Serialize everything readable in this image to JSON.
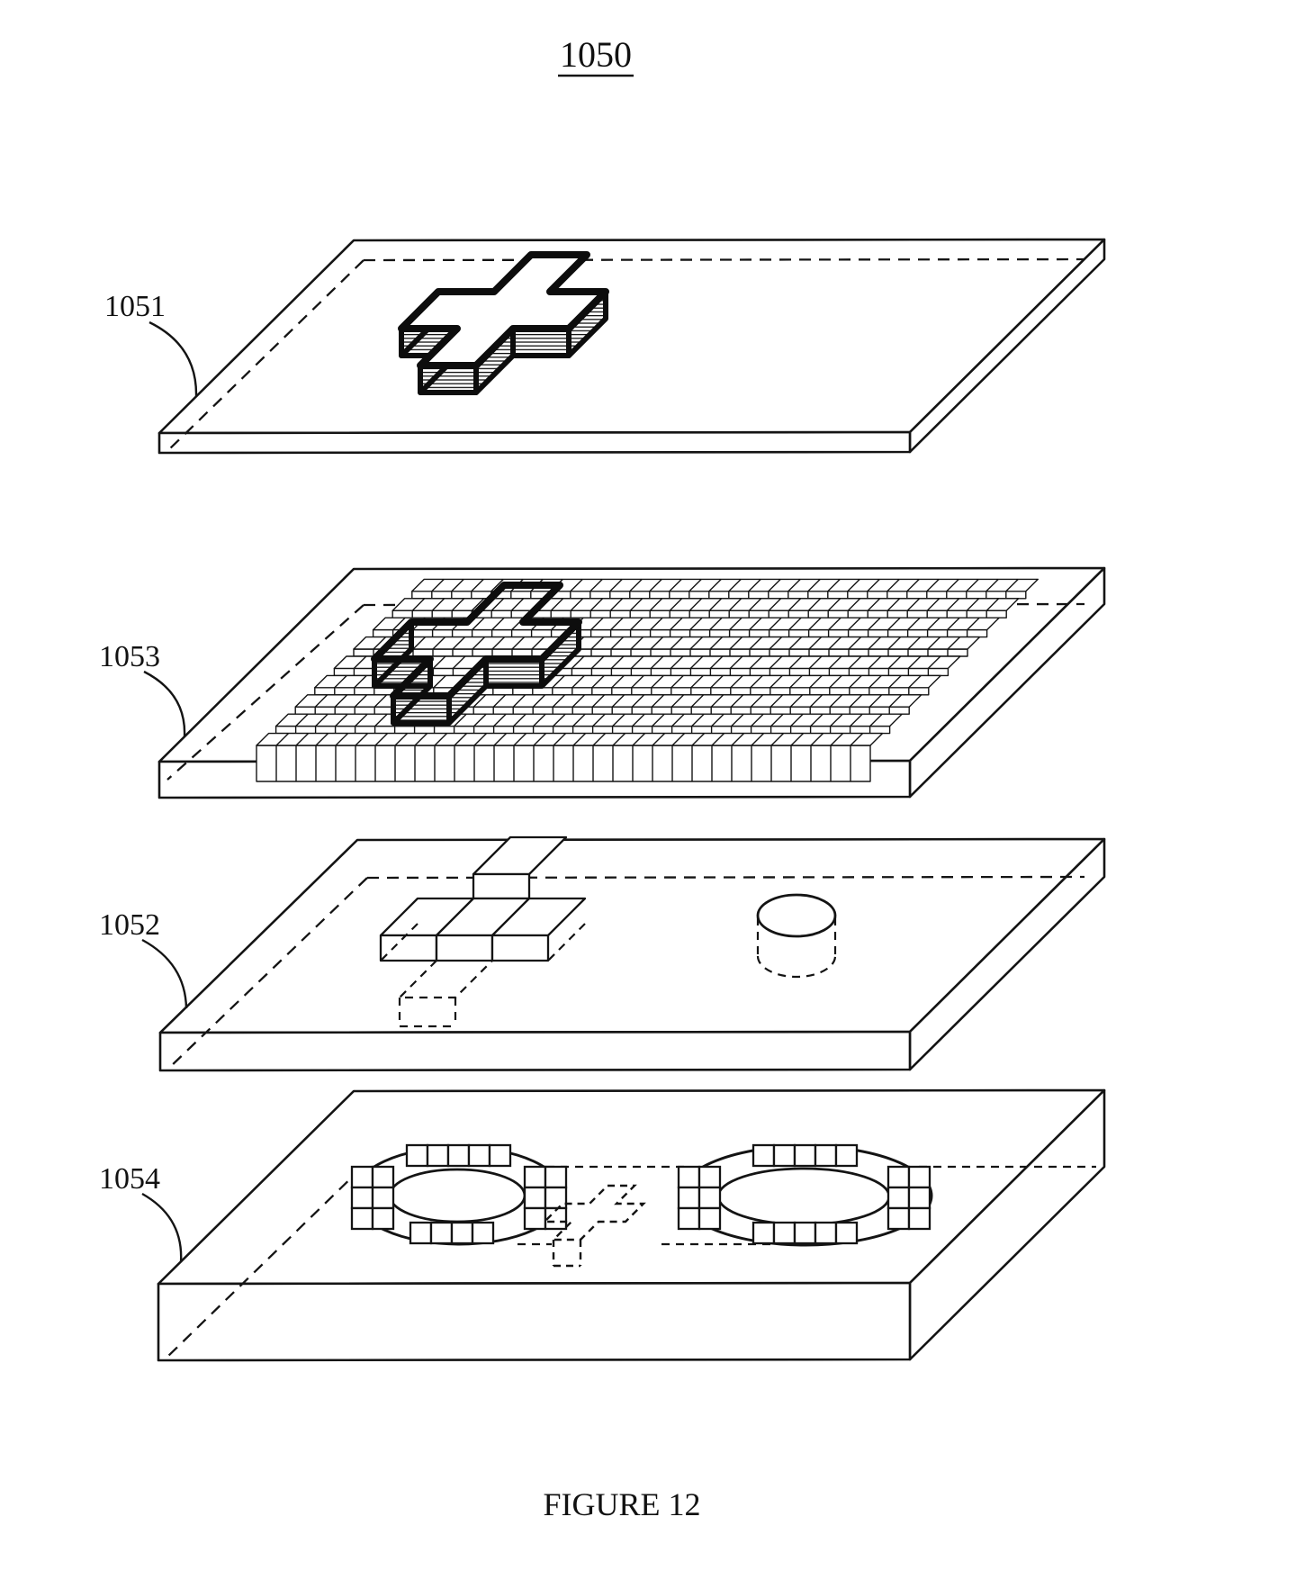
{
  "figure": {
    "number": "1050",
    "caption": "FIGURE 12"
  },
  "layers": [
    {
      "ref": "1051"
    },
    {
      "ref": "1053"
    },
    {
      "ref": "1052"
    },
    {
      "ref": "1054"
    }
  ]
}
